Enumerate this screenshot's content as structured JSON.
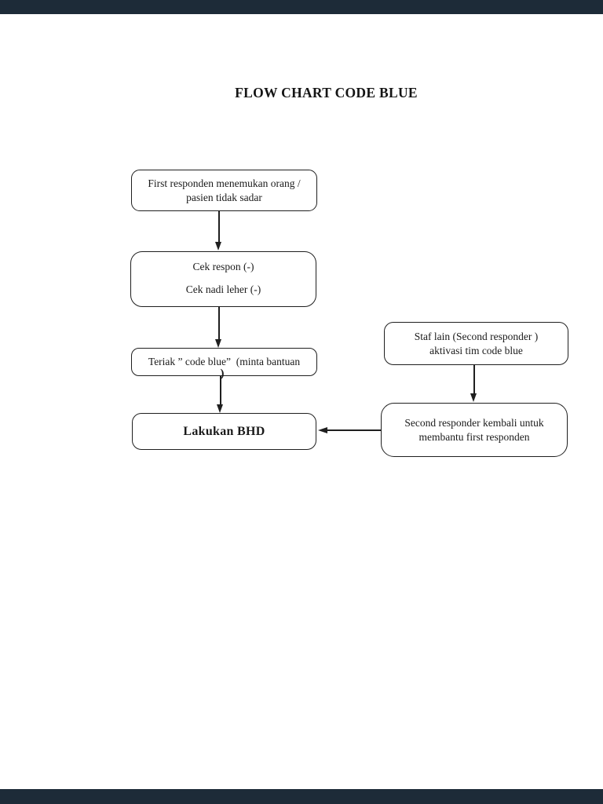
{
  "page": {
    "title": "FLOW CHART CODE BLUE"
  },
  "flowchart": {
    "node_first_responden": {
      "line1": "First responden menemukan orang /",
      "line2": "pasien tidak sadar"
    },
    "node_cek": {
      "line1": "Cek respon (-)",
      "line2": "Cek nadi leher (-)"
    },
    "node_teriak": {
      "line1": "Teriak ” code blue”  (minta bantuan",
      "overflow_paren": ")"
    },
    "node_bhd": {
      "label": "Lakukan BHD"
    },
    "node_staf": {
      "line1": "Staf lain (Second responder )",
      "line2": "aktivasi tim code blue"
    },
    "node_second": {
      "line1": "Second responder kembali untuk",
      "line2": "membantu first responden"
    }
  },
  "colors": {
    "letterbox": "#1d2b38",
    "page_background": "#ffffff",
    "line_color": "#1f1f1f"
  }
}
